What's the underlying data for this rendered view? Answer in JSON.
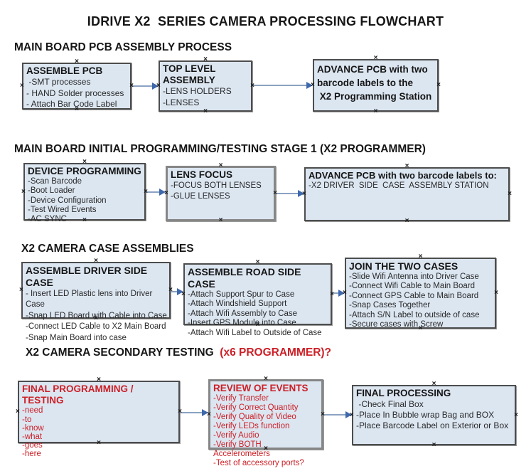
{
  "title": "IDRIVE X2  SERIES CAMERA PROCESSING FLOWCHART",
  "colors": {
    "box_fill": "#dce6f1",
    "box_border": "#4d4d4d",
    "box_border_gray": "#868686",
    "accent_red": "#cc2027",
    "arrow_line": "#8ba2c1",
    "arrow_head": "#3e68ad"
  },
  "sections": [
    {
      "heading": "MAIN BOARD PCB ASSEMBLY PROCESS",
      "heading_accent": "",
      "boxes": [
        {
          "title": "ASSEMBLE PCB",
          "lines": [
            " -SMT processes",
            "- HAND Solder processes",
            "- Attach Bar Code Label"
          ]
        },
        {
          "title": "TOP LEVEL ASSEMBLY",
          "lines": [
            "-LENS HOLDERS",
            "-LENSES"
          ]
        },
        {
          "title": "ADVANCE PCB with two\nbarcode labels to the\n X2 Programming Station",
          "lines": []
        }
      ]
    },
    {
      "heading": "MAIN BOARD INITIAL PROGRAMMING/TESTING STAGE 1 (X2 PROGRAMMER)",
      "heading_accent": "",
      "boxes": [
        {
          "title": "DEVICE PROGRAMMING",
          "lines": [
            "-Scan Barcode",
            "-Boot Loader",
            "-Device Configuration",
            "-Test Wired Events",
            "-AC SYNC"
          ]
        },
        {
          "title": "LENS FOCUS",
          "lines": [
            "-FOCUS BOTH LENSES",
            "-GLUE LENSES"
          ]
        },
        {
          "title": "ADVANCE PCB with two barcode labels to:",
          "lines": [
            "-X2 DRIVER  SIDE  CASE  ASSEMBLY STATION"
          ]
        }
      ]
    },
    {
      "heading": "X2 CAMERA CASE ASSEMBLIES",
      "heading_accent": "",
      "boxes": [
        {
          "title": "ASSEMBLE DRIVER SIDE CASE",
          "lines": [
            "- Insert LED Plastic lens into Driver Case",
            "-Snap LED Board with Cable into Case",
            "-Connect LED Cable to X2 Main Board",
            "-Snap Main Board into case"
          ]
        },
        {
          "title": "ASSEMBLE ROAD SIDE CASE",
          "lines": [
            "-Attach Support Spur to Case",
            "-Attach Windshield Support",
            "-Attach Wifi Assembly to Case",
            "-Insert GPS Module into Case",
            "-Attach Wifi Label to Outside of Case"
          ]
        },
        {
          "title": "JOIN THE TWO CASES",
          "lines": [
            "-Slide Wifi Antenna into Driver Case",
            "-Connect Wifi Cable to Main Board",
            "-Connect GPS Cable to Main Board",
            "-Snap Cases Together",
            "-Attach S/N Label to outside of case",
            "-Secure cases with Screw"
          ]
        }
      ]
    },
    {
      "heading": "X2 CAMERA SECONDARY TESTING  ",
      "heading_accent": "(x6 PROGRAMMER)?",
      "boxes": [
        {
          "title": "FINAL PROGRAMMING / TESTING",
          "lines": [
            "-need",
            "-to",
            "-know",
            "-what",
            "-goes",
            "-here"
          ]
        },
        {
          "title": "REVIEW OF EVENTS",
          "lines": [
            "-Verify Transfer",
            "-Verify Correct Quantity",
            "-Verify Quality of Video",
            "-Verify LEDs function",
            "-Verify Audio",
            "-Verify BOTH Accelerometers",
            "-Test of accessory ports?"
          ]
        },
        {
          "title": "FINAL PROCESSING",
          "lines": [
            " -Check Final Box",
            "-Place In Bubble wrap Bag and BOX",
            "-Place Barcode Label on Exterior or Box"
          ]
        }
      ]
    }
  ],
  "handle_glyph": "×"
}
